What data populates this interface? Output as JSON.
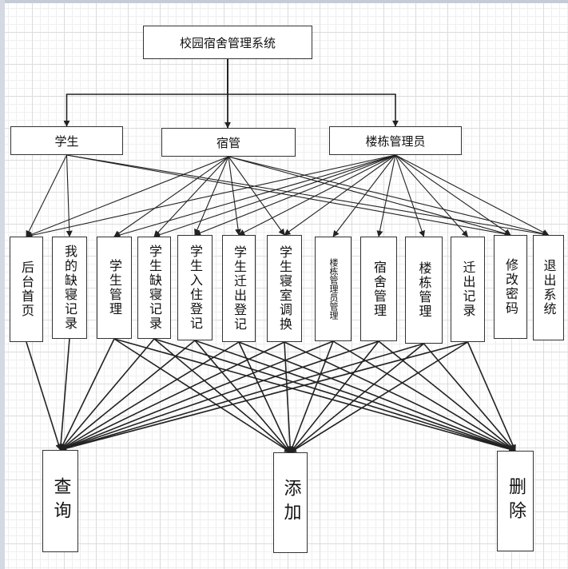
{
  "diagram": {
    "nodes": {
      "root": "校园宿舍管理系统",
      "student": "学生",
      "dorm_manager": "宿管",
      "building_admin": "楼栋管理员",
      "home": "后台首页",
      "my_absence": "我的缺寝记录",
      "student_mgmt": "学生管理",
      "absence_records": "学生缺寝记录",
      "checkin": "学生入住登记",
      "checkout": "学生迁出登记",
      "room_swap": "学生寝室调换",
      "admin_mgmt": "楼栋管理员管理",
      "dorm_mgmt": "宿舍管理",
      "building_mgmt": "楼栋管理",
      "move_out_records": "迁出记录",
      "change_password": "修改密码",
      "logout": "退出系统",
      "query": "查询",
      "add": "添加",
      "delete": "删除"
    },
    "edges": [
      [
        "student",
        "home"
      ],
      [
        "student",
        "my_absence"
      ],
      [
        "student",
        "change_password"
      ],
      [
        "student",
        "logout"
      ],
      [
        "dorm_manager",
        "home"
      ],
      [
        "dorm_manager",
        "student_mgmt"
      ],
      [
        "dorm_manager",
        "absence_records"
      ],
      [
        "dorm_manager",
        "checkin"
      ],
      [
        "dorm_manager",
        "checkout"
      ],
      [
        "dorm_manager",
        "room_swap"
      ],
      [
        "dorm_manager",
        "change_password"
      ],
      [
        "dorm_manager",
        "logout"
      ],
      [
        "building_admin",
        "home"
      ],
      [
        "building_admin",
        "student_mgmt"
      ],
      [
        "building_admin",
        "absence_records"
      ],
      [
        "building_admin",
        "checkin"
      ],
      [
        "building_admin",
        "checkout"
      ],
      [
        "building_admin",
        "room_swap"
      ],
      [
        "building_admin",
        "admin_mgmt"
      ],
      [
        "building_admin",
        "dorm_mgmt"
      ],
      [
        "building_admin",
        "building_mgmt"
      ],
      [
        "building_admin",
        "move_out_records"
      ],
      [
        "building_admin",
        "change_password"
      ],
      [
        "building_admin",
        "logout"
      ],
      [
        "home",
        "query"
      ],
      [
        "my_absence",
        "query"
      ],
      [
        "student_mgmt",
        "query"
      ],
      [
        "student_mgmt",
        "add"
      ],
      [
        "student_mgmt",
        "delete"
      ],
      [
        "absence_records",
        "query"
      ],
      [
        "absence_records",
        "add"
      ],
      [
        "absence_records",
        "delete"
      ],
      [
        "checkin",
        "query"
      ],
      [
        "checkin",
        "add"
      ],
      [
        "checkin",
        "delete"
      ],
      [
        "checkout",
        "query"
      ],
      [
        "checkout",
        "add"
      ],
      [
        "checkout",
        "delete"
      ],
      [
        "room_swap",
        "query"
      ],
      [
        "room_swap",
        "add"
      ],
      [
        "room_swap",
        "delete"
      ],
      [
        "admin_mgmt",
        "query"
      ],
      [
        "admin_mgmt",
        "add"
      ],
      [
        "admin_mgmt",
        "delete"
      ],
      [
        "dorm_mgmt",
        "query"
      ],
      [
        "dorm_mgmt",
        "add"
      ],
      [
        "dorm_mgmt",
        "delete"
      ],
      [
        "building_mgmt",
        "query"
      ],
      [
        "building_mgmt",
        "add"
      ],
      [
        "building_mgmt",
        "delete"
      ],
      [
        "move_out_records",
        "query"
      ],
      [
        "move_out_records",
        "add"
      ],
      [
        "move_out_records",
        "delete"
      ]
    ]
  }
}
